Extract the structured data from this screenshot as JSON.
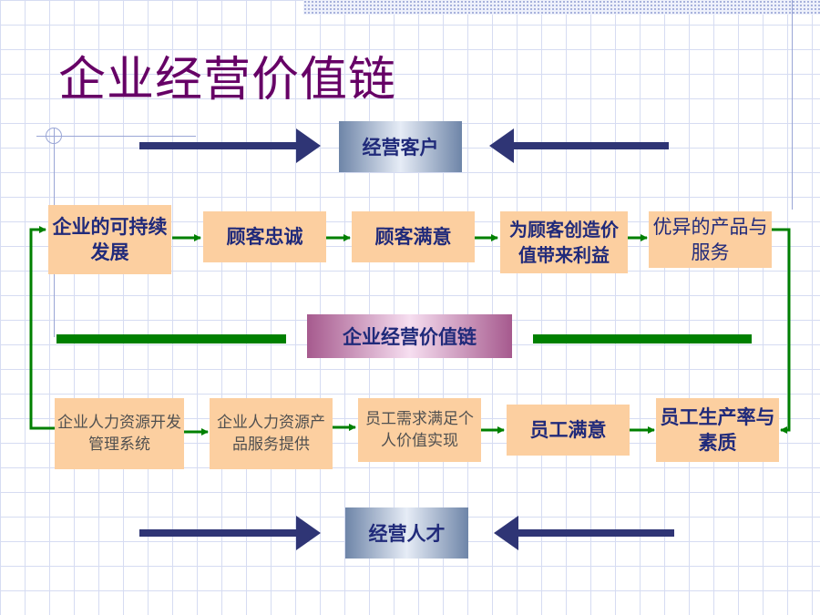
{
  "title": "企业经营价值链",
  "top_target": "经营客户",
  "bottom_target": "经营人才",
  "center_label": "企业经营价值链",
  "upper_chain": [
    "企业的可持续发展",
    "顾客忠诚",
    "顾客满意",
    "为顾客创造价值带来利益",
    "优异的产品与服务"
  ],
  "lower_chain": [
    "企业人力资源开发管理系统",
    "企业人力资源产品服务提供",
    "员工需求满足个人价值实现",
    "员工满意",
    "员工生产率与素质"
  ],
  "colors": {
    "title": "#660066",
    "box_fill": "#fccfa0",
    "text": "#202a7a",
    "flow_arrow": "#008000",
    "big_arrow": "#2f3575"
  }
}
